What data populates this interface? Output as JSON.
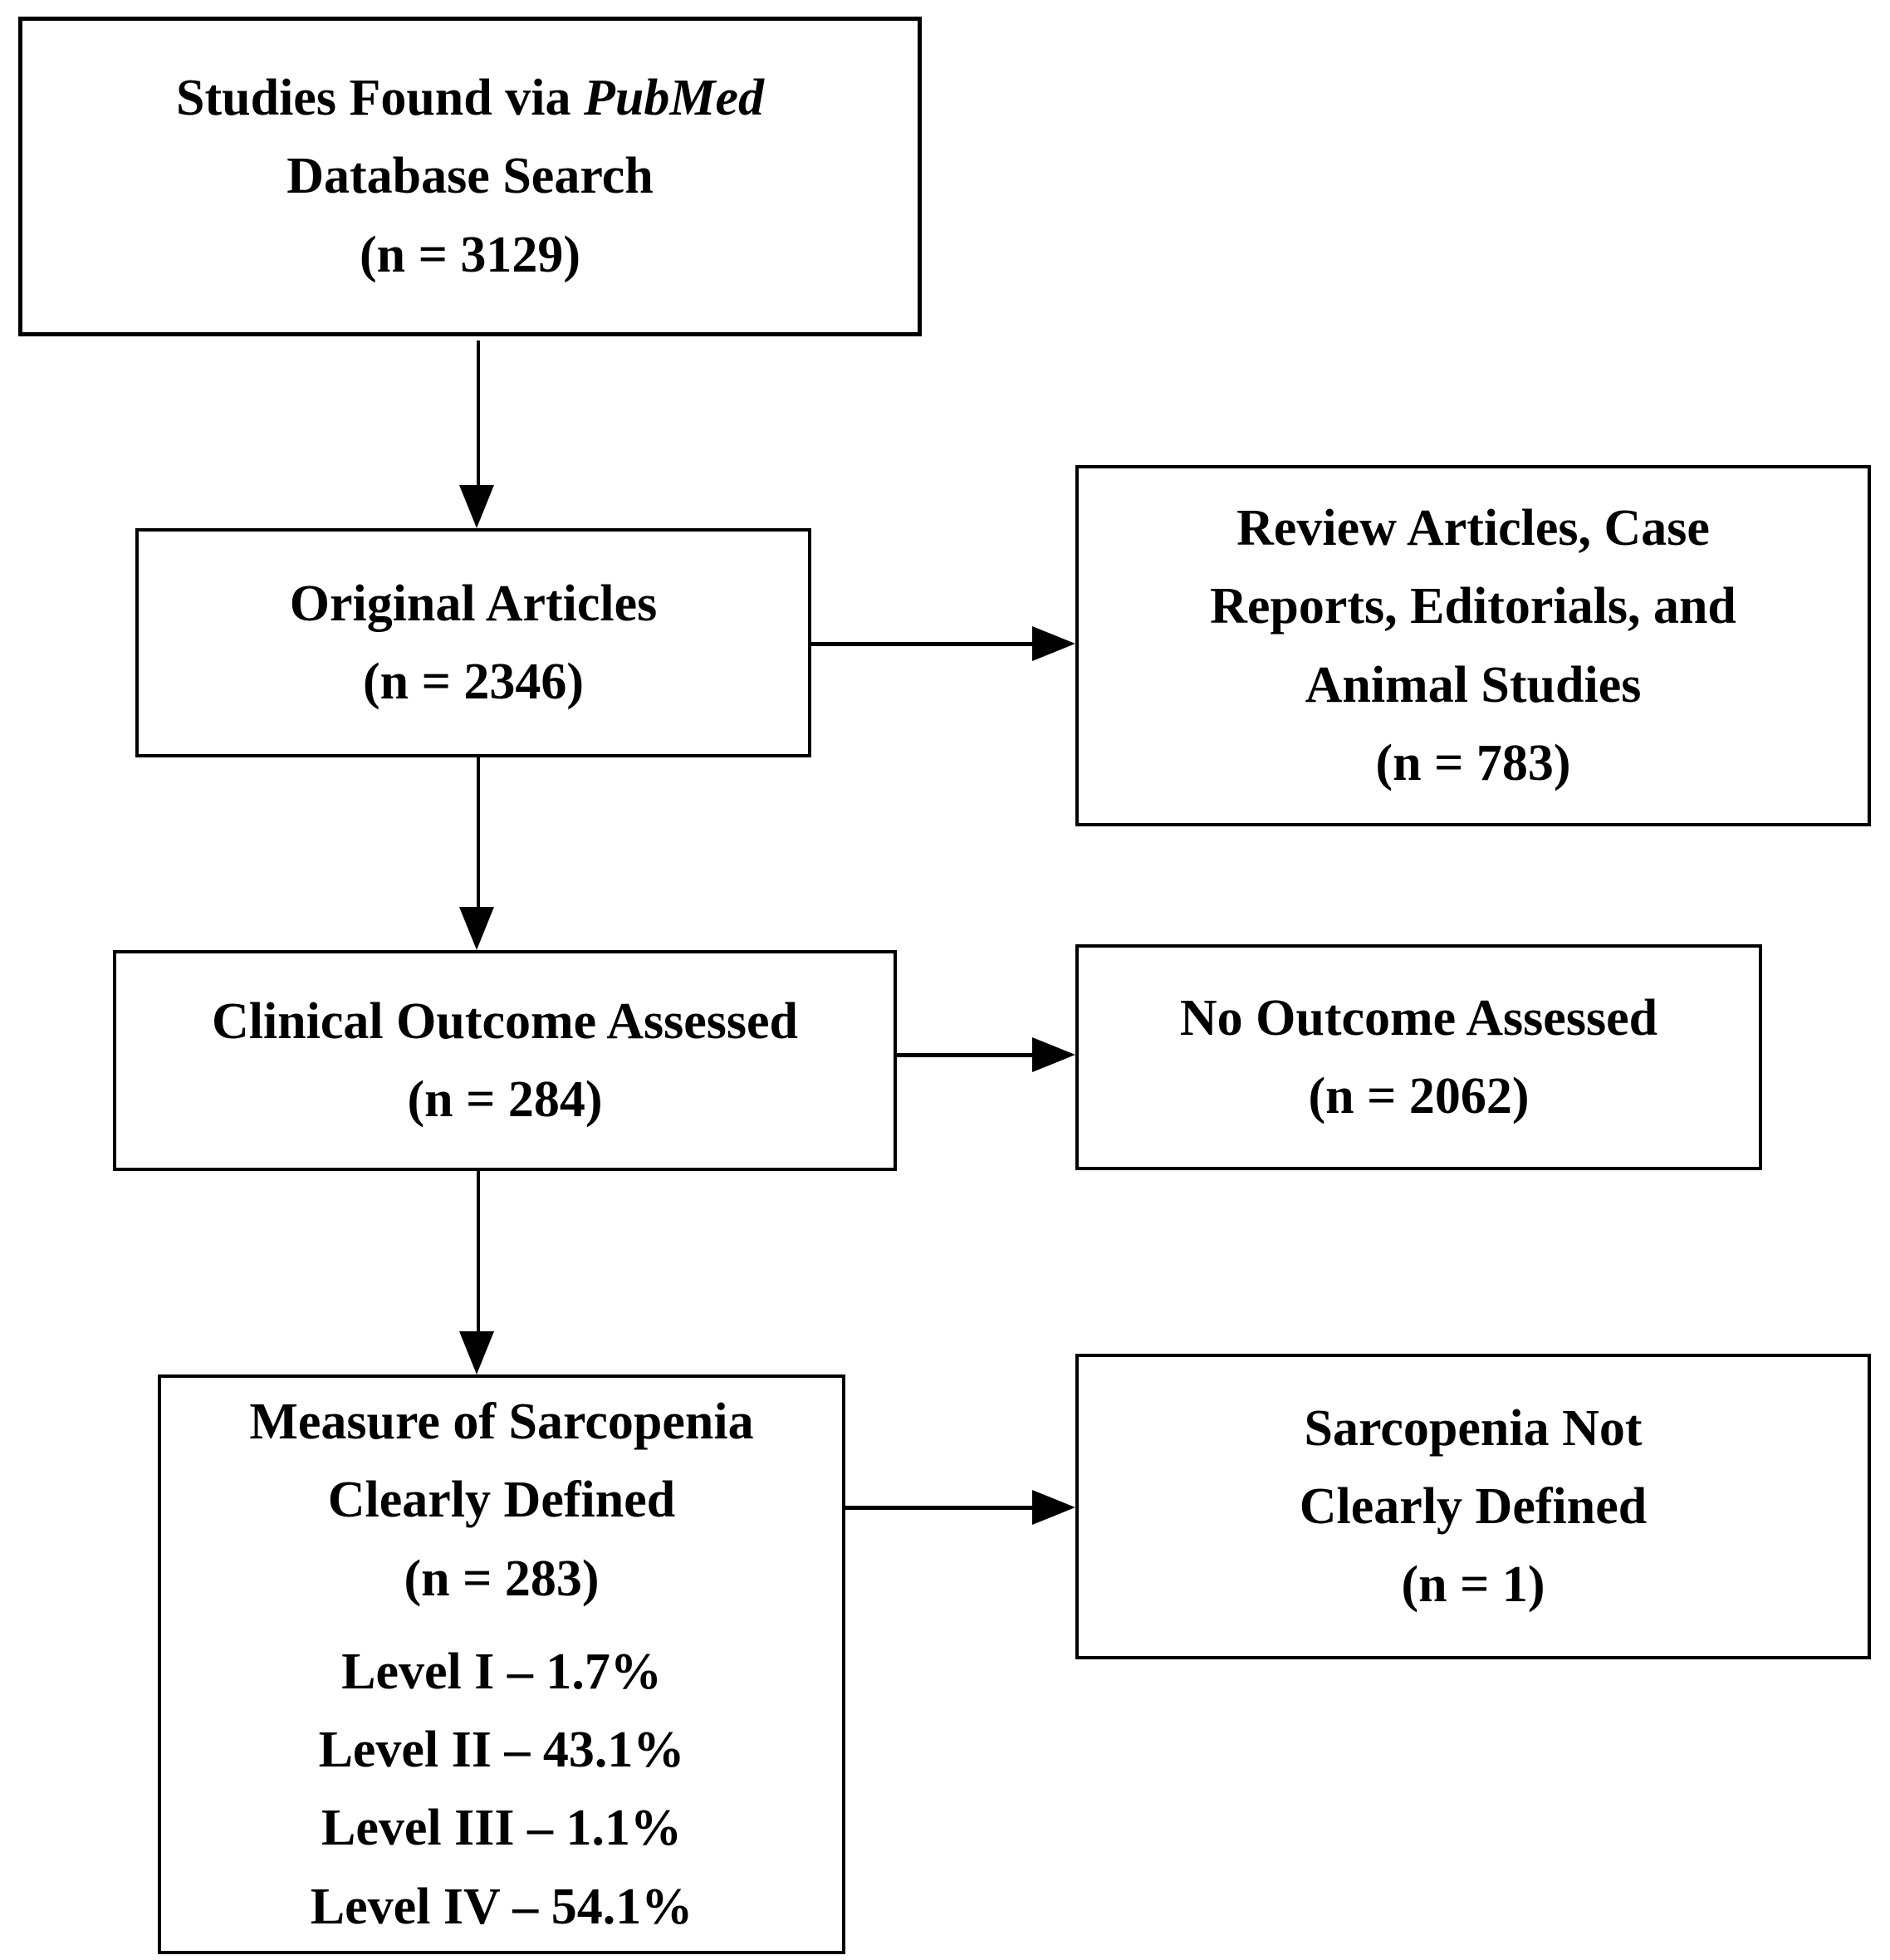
{
  "boxes": {
    "studies_found": {
      "line1_prefix": "Studies Found via ",
      "line1_italic": "PubMed",
      "line2": "Database Search",
      "count": "(n = 3129)"
    },
    "original_articles": {
      "title": "Original Articles",
      "count": "(n = 2346)"
    },
    "review_articles": {
      "lines": [
        "Review Articles, Case",
        "Reports, Editorials, and",
        "Animal Studies"
      ],
      "count": "(n = 783)"
    },
    "clinical_outcome": {
      "title": "Clinical Outcome Assessed",
      "count": "(n = 284)"
    },
    "no_outcome": {
      "title": "No Outcome Assessed",
      "count": "(n = 2062)"
    },
    "measure_defined": {
      "lines": [
        "Measure of Sarcopenia",
        "Clearly Defined"
      ],
      "count": "(n = 283)",
      "levels": [
        "Level I – 1.7%",
        "Level II – 43.1%",
        "Level III – 1.1%",
        "Level IV – 54.1%"
      ]
    },
    "not_defined": {
      "lines": [
        "Sarcopenia Not",
        "Clearly Defined"
      ],
      "count": "(n = 1)"
    }
  },
  "colors": {
    "background": "#ffffff",
    "line": "#000000",
    "text": "#000000"
  }
}
